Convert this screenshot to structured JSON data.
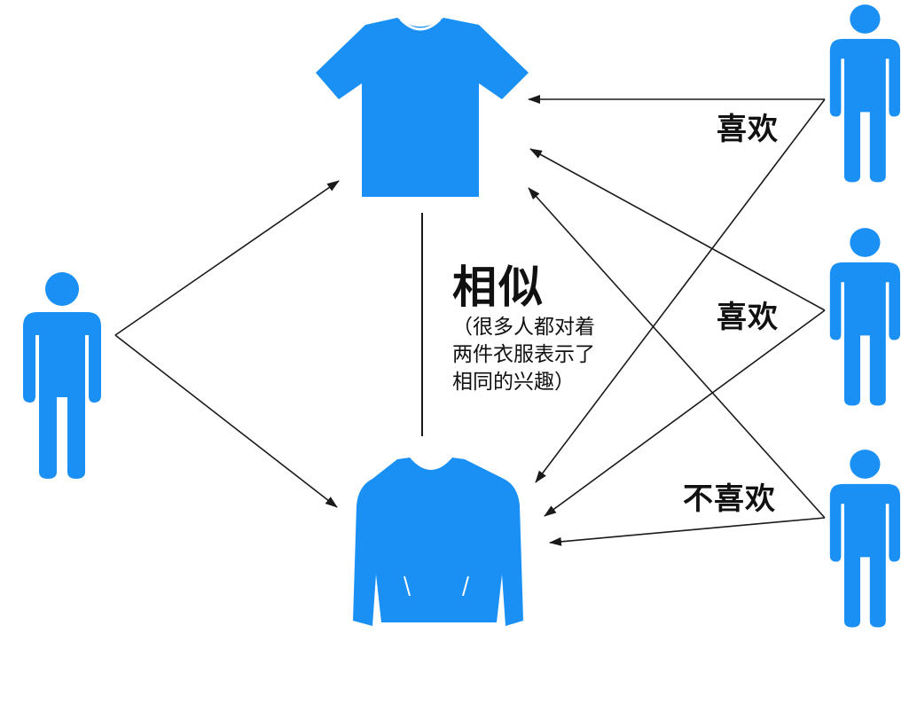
{
  "colors": {
    "figure": "#1a90f5",
    "line": "#1a1a1a",
    "text": "#111111",
    "collar": "#ffffff"
  },
  "icons": {
    "person": "person-icon",
    "tshirt": "tshirt-icon",
    "hoodie": "hoodie-icon"
  },
  "similarity": {
    "title": "相似",
    "note_lines": [
      "（很多人都对着",
      "两件衣服表示了",
      "相同的兴趣）"
    ]
  },
  "edges": [
    {
      "from": "user-left",
      "to": "tshirt",
      "label": ""
    },
    {
      "from": "user-left",
      "to": "hoodie",
      "label": ""
    },
    {
      "from": "user-right-1",
      "to": "tshirt",
      "label": "喜欢"
    },
    {
      "from": "user-right-1",
      "to": "hoodie",
      "label": ""
    },
    {
      "from": "user-right-2",
      "to": "tshirt",
      "label": "喜欢"
    },
    {
      "from": "user-right-2",
      "to": "hoodie",
      "label": ""
    },
    {
      "from": "user-right-3",
      "to": "tshirt",
      "label": ""
    },
    {
      "from": "user-right-3",
      "to": "hoodie",
      "label": "不喜欢"
    }
  ],
  "labels": {
    "like_1": "喜欢",
    "like_2": "喜欢",
    "dislike": "不喜欢"
  }
}
